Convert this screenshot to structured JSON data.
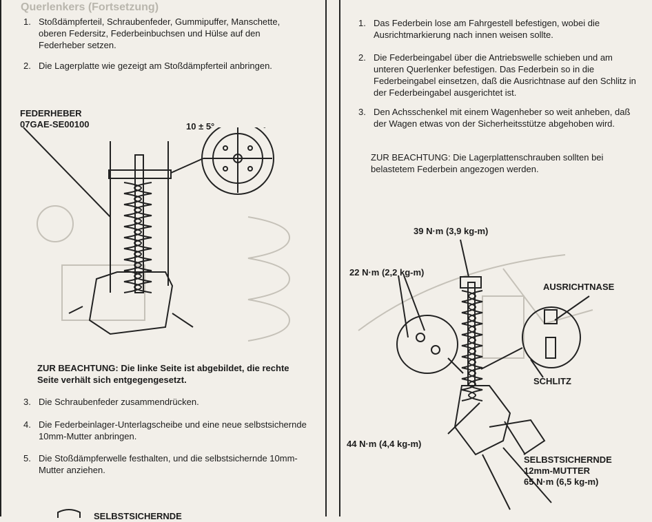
{
  "left": {
    "top_header": "Querlenkers (Fortsetzung)",
    "steps": [
      {
        "num": "1.",
        "text": "Stoßdämpferteil, Schraubenfeder, Gummipuffer, Manschette, oberen Federsitz, Federbeinbuchsen und Hülse auf den Federheber setzen."
      },
      {
        "num": "2.",
        "text": "Die Lagerplatte wie gezeigt am Stoßdämpferteil anbringen."
      },
      {
        "num": "3.",
        "text": "Die Schraubenfeder zusammendrücken."
      },
      {
        "num": "4.",
        "text": "Die Federbeinlager-Unterlagscheibe und eine neue selbstsichernde 10mm-Mutter anbringen."
      },
      {
        "num": "5.",
        "text": "Die Stoßdämpferwelle festhalten, und die selbstsichernde 10mm-Mutter anziehen."
      }
    ],
    "tool_label": "FEDERHEBER",
    "tool_code": "07GAE-SE00100",
    "angle_label": "10 ± 5°",
    "note": "ZUR BEACHTUNG: Die linke Seite ist abgebildet, die rechte Seite verhält sich entgegengesetzt.",
    "bottom_label": "SELBSTSICHERNDE"
  },
  "right": {
    "steps": [
      {
        "num": "1.",
        "text": "Das Federbein lose am Fahrgestell befestigen, wobei die Ausrichtmarkierung nach innen weisen sollte."
      },
      {
        "num": "2.",
        "text": "Die Federbeingabel über die Antriebswelle schieben und am unteren Querlenker befestigen. Das Federbein so in die Federbeingabel einsetzen, daß die Ausrichtnase auf den Schlitz in der Federbeingabel ausgerichtet ist."
      },
      {
        "num": "3.",
        "text": "Den Achsschenkel mit einem Wagenheber so weit anheben, daß der Wagen etwas von der Sicherheitsstütze abgehoben wird."
      }
    ],
    "note": "ZUR BEACHTUNG: Die Lagerplattenschrauben sollten bei belastetem Federbein angezogen werden.",
    "labels": {
      "torque_top": "39 N·m (3,9 kg-m)",
      "torque_left": "22 N·m (2,2 kg-m)",
      "ausrichtnase": "AUSRICHTNASE",
      "schlitz": "SCHLITZ",
      "torque_bottom": "44 N·m (4,4 kg-m)",
      "nut_line1": "SELBSTSICHERNDE",
      "nut_line2": "12mm-MUTTER",
      "nut_torque": "65 N·m (6,5 kg-m)"
    }
  }
}
